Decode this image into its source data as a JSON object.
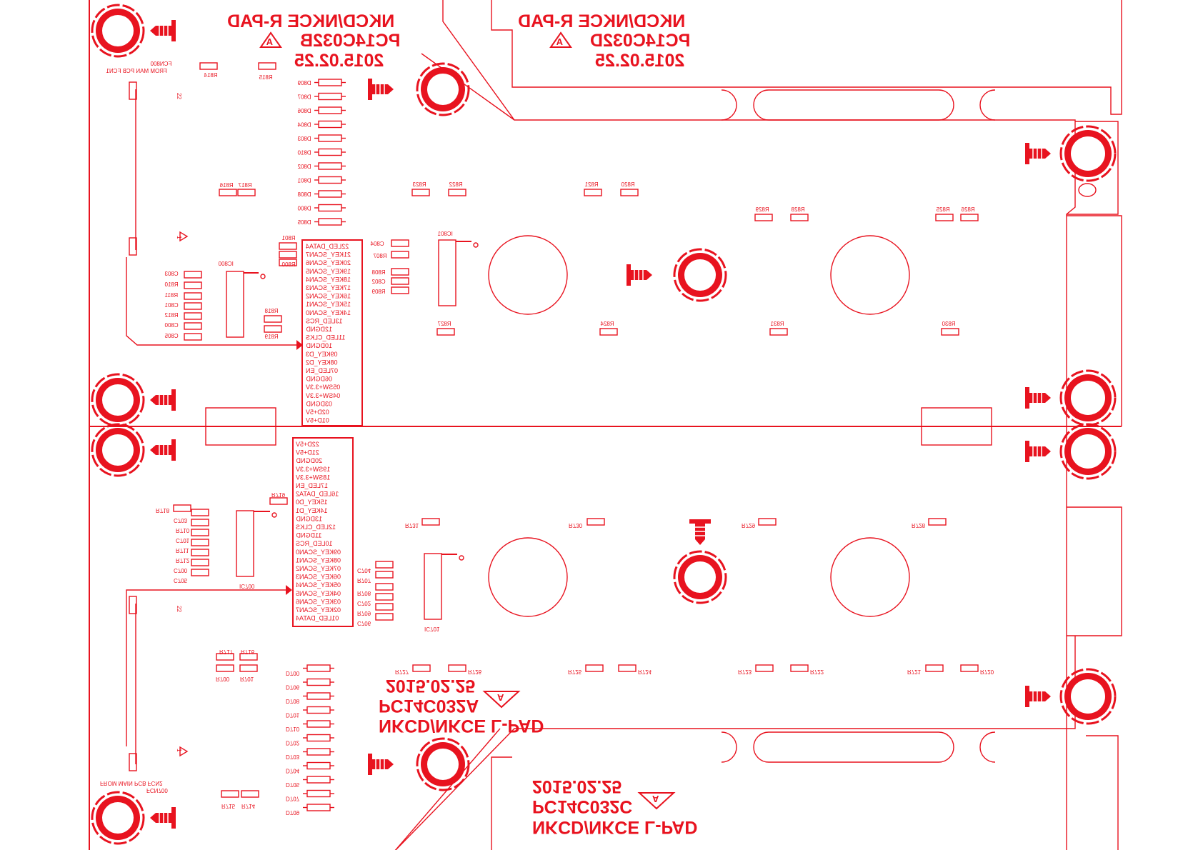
{
  "colors": {
    "copper": "#e8131f",
    "background": "#ffffff"
  },
  "boards": {
    "r_top_left": {
      "name": "NKCD/NKCE R-PAD",
      "part": "PC14C032B",
      "rev_icon": "A",
      "date": "2015.02.25",
      "connector_ref": "FCN800",
      "connector_note": "FROM MAN PCB FCN1",
      "pin_mark_22": "22",
      "pin_mark_1": "1"
    },
    "r_top_right": {
      "name": "NKCD/NKCE R-PAD",
      "part": "PC14C032D",
      "rev_icon": "A",
      "date": "2015.02.25"
    },
    "l_bottom_left": {
      "name": "NKCD/NKCE L-PAD",
      "part": "PC14C032A",
      "rev_icon": "A",
      "date": "2015.02.25",
      "connector_ref": "FCN700",
      "connector_note": "FROM MAIN PCB FCN2",
      "pin_mark_22": "22",
      "pin_mark_1": "1"
    },
    "l_bottom_right": {
      "name": "NKCD/NKCE L-PAD",
      "part": "PC14C032C",
      "rev_icon": "A",
      "date": "2015.02.25"
    }
  },
  "connector_top_pins": [
    "22LED_DATA4",
    "21KEY_SCAN7",
    "20KEY_SCAN6",
    "19KEY_SCAN5",
    "18KEY_SCAN4",
    "17KEY_SCAN3",
    "16KEY_SCAN2",
    "15KEY_SCAN1",
    "14KEY_SCAN0",
    "13LED_RCS",
    "12DGND",
    "11LED_CLKS",
    "10DGND",
    "09KEY_D3",
    "08KEY_D2",
    "07LED_EN",
    "06DGND",
    "05SW+3.3V",
    "04SW+3.3V",
    "03DGND",
    "02D+5V",
    "01D+5V"
  ],
  "connector_bottom_pins": [
    "22D+5V",
    "21D+5V",
    "20DGND",
    "19SW+3.3V",
    "18SW+3.3V",
    "17LED_EN",
    "16LED_DATA2",
    "15KEY_D0",
    "14KEY_D1",
    "13DGND",
    "12LED_CLKS",
    "11DGND",
    "10LED_RCS",
    "09KEY_SCAN0",
    "08KEY_SCAN1",
    "07KEY_SCAN2",
    "06KEY_SCAN3",
    "05KEY_SCAN4",
    "04KEY_SCAN5",
    "03KEY_SCAN6",
    "02KEY_SCAN7",
    "01LED_DATA4"
  ],
  "top_diodes": [
    "D809",
    "D807",
    "D806",
    "D804",
    "D803",
    "D810",
    "D802",
    "D801",
    "D808",
    "D800",
    "D805"
  ],
  "bottom_diodes": [
    "D700",
    "D706",
    "D708",
    "D701",
    "D710",
    "D702",
    "D703",
    "D704",
    "D705",
    "D707",
    "D709"
  ],
  "labels_top": {
    "R814": "R814",
    "R815": "R815",
    "R816": "R816",
    "R817": "R817",
    "R801": "R801",
    "R800": "R800",
    "IC800": "IC800",
    "C803": "C803",
    "R810": "R810",
    "R811": "R811",
    "C801": "C801",
    "R812": "R812",
    "C800": "C800",
    "C805": "C805",
    "R818": "R818",
    "R819": "R819",
    "C804": "C804",
    "R807": "R807",
    "IC801": "IC801",
    "R808": "R808",
    "C802": "C802",
    "R809": "R809",
    "R823": "R823",
    "R822": "R822",
    "R821": "R821",
    "R820": "R820",
    "R829": "R829",
    "R828": "R828",
    "R825": "R825",
    "R826": "R826",
    "R827": "R827",
    "R824": "R824",
    "R831": "R831",
    "R830": "R830"
  },
  "labels_bottom": {
    "R718": "R718",
    "C703": "C703",
    "R710": "R710",
    "C701": "C701",
    "R711": "R711",
    "R712": "R712",
    "C700": "C700",
    "C705": "C705",
    "R719": "R719",
    "IC700": "IC700",
    "C704": "C704",
    "R707": "R707",
    "R708": "R708",
    "C702": "C702",
    "R709": "R709",
    "C706": "C706",
    "IC701": "IC701",
    "R731": "R731",
    "R730": "R730",
    "R729": "R729",
    "R728": "R728",
    "R727": "R727",
    "R726": "R726",
    "R725": "R725",
    "R724": "R724",
    "R723": "R723",
    "R722": "R722",
    "R721": "R721",
    "R720": "R720",
    "R717": "R717",
    "R716": "R716",
    "R700": "R700",
    "R701": "R701",
    "R715": "R715",
    "R714": "R714"
  }
}
